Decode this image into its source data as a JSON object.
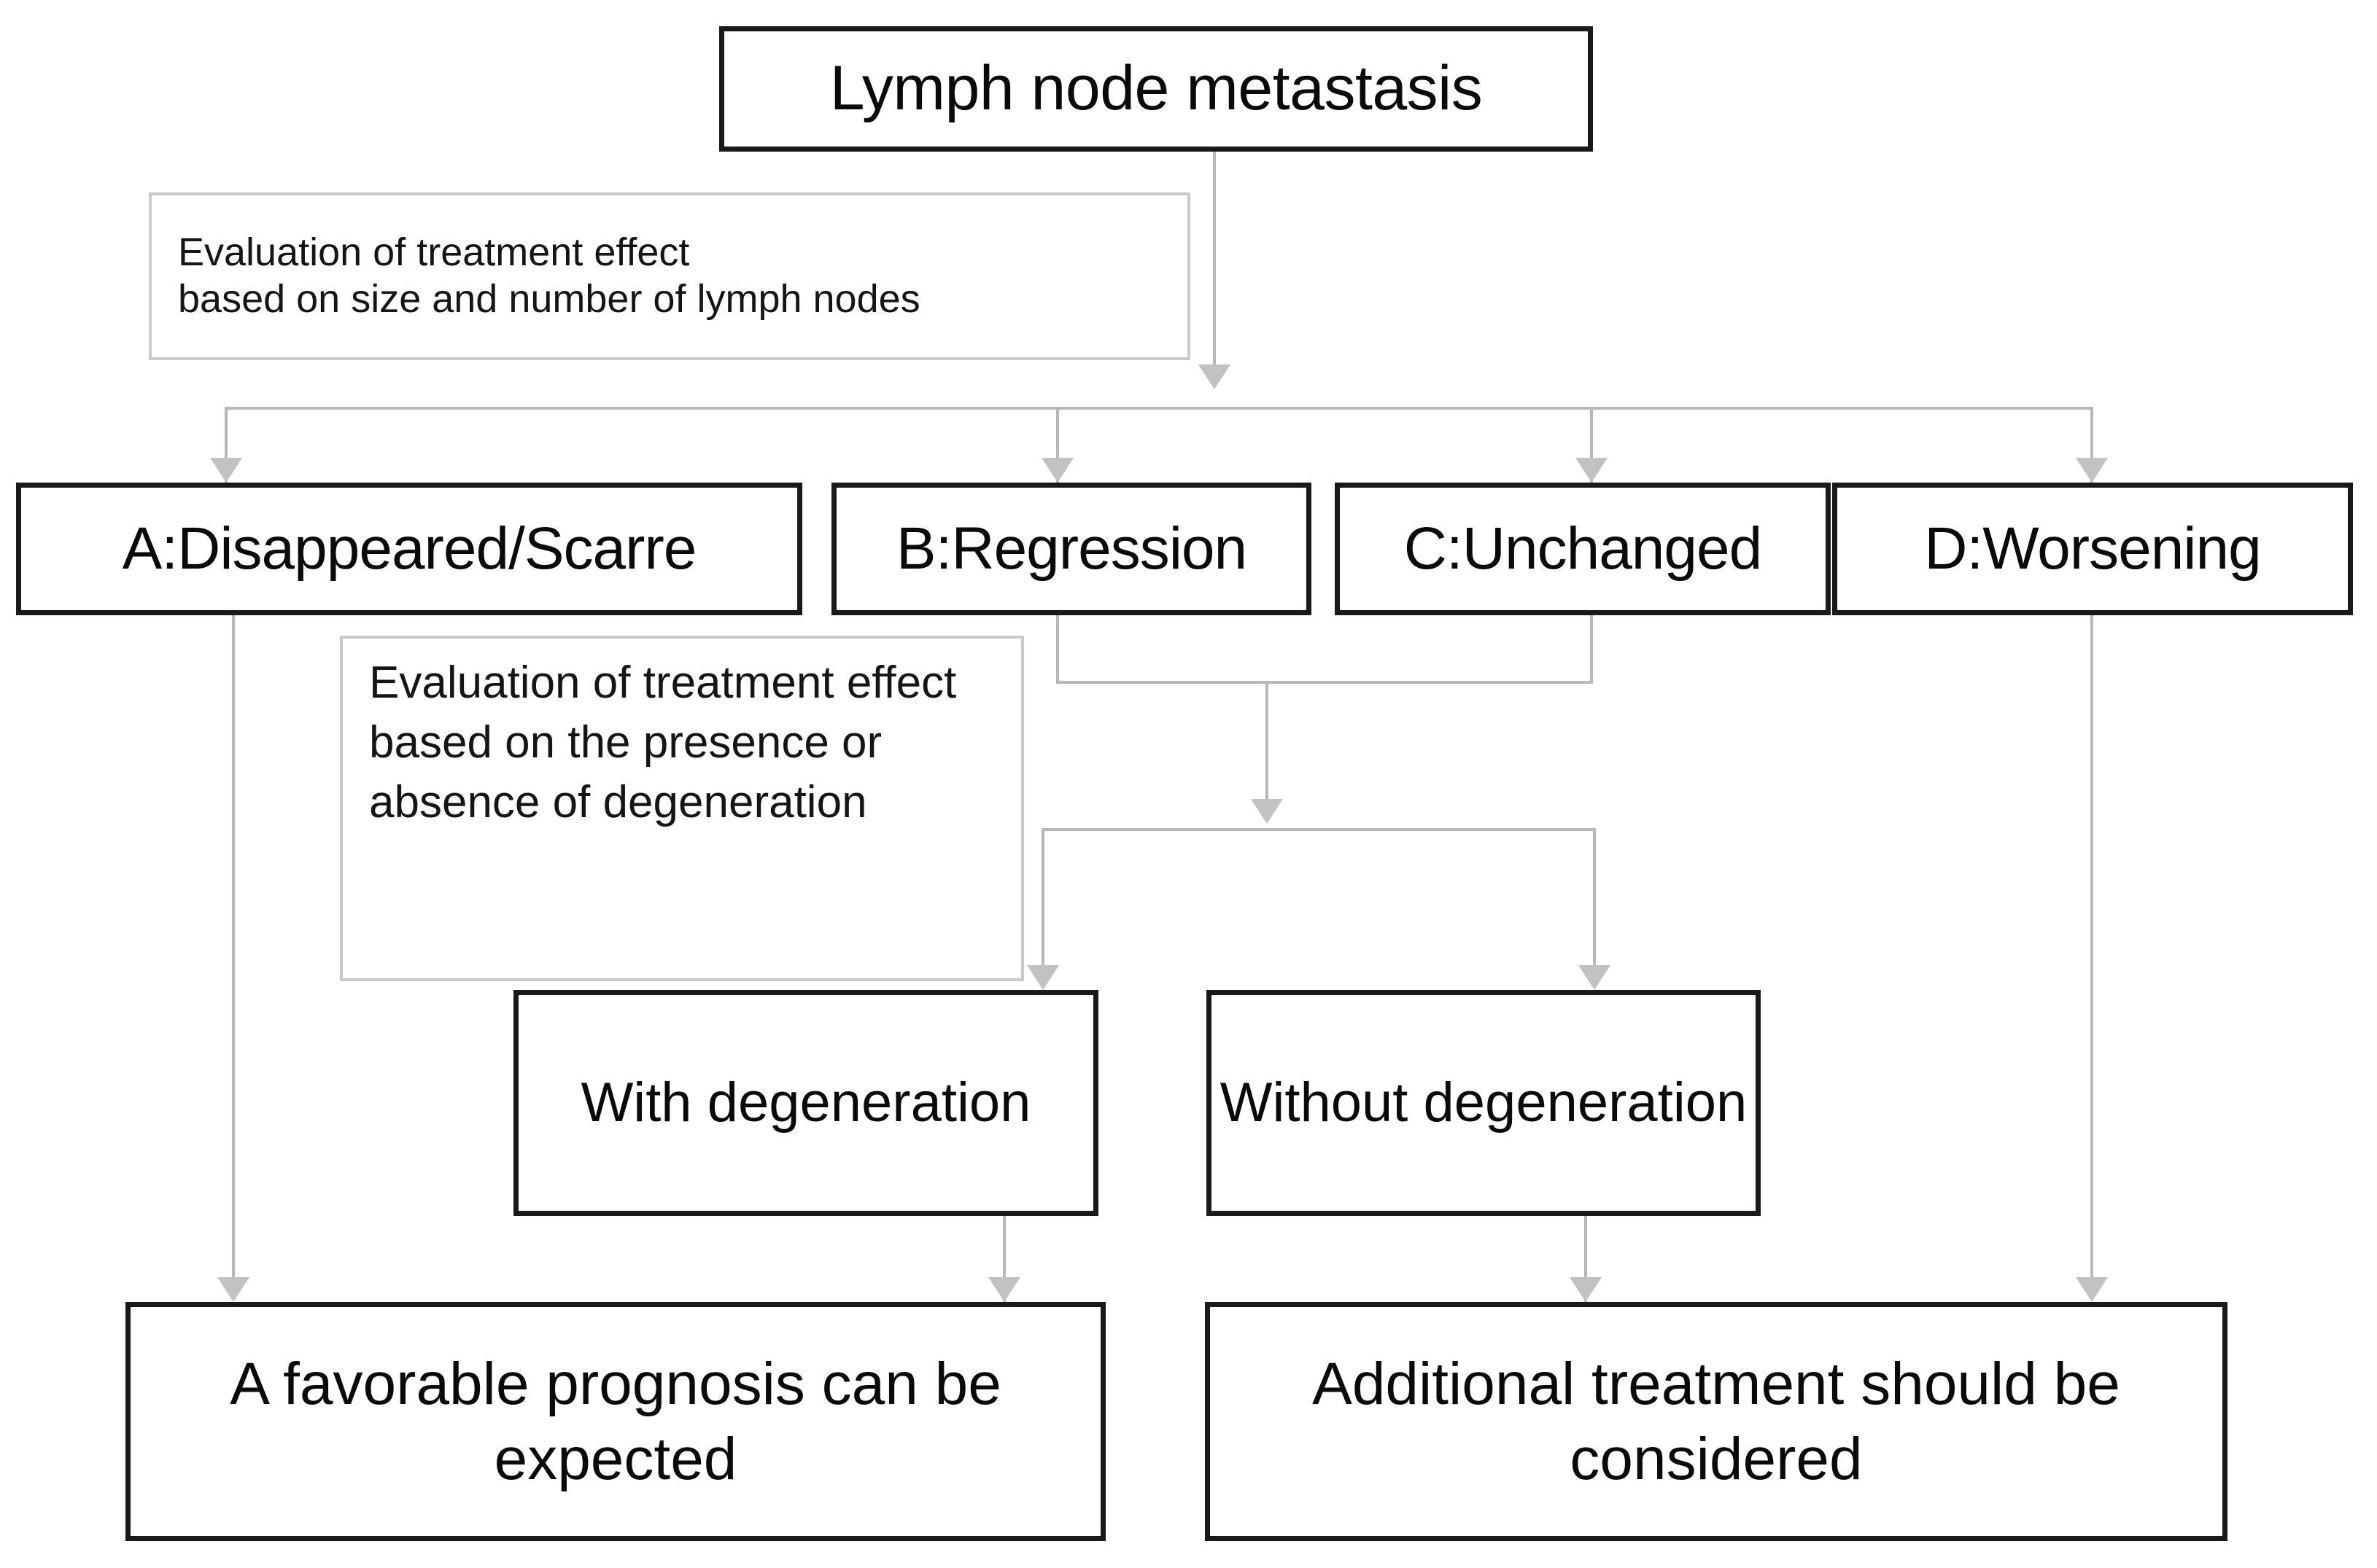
{
  "diagram": {
    "title_box": "Lymph node metastasis",
    "eval_note_1": "Evaluation of treatment effect\n based on size and number of lymph nodes",
    "eval_note_2": "Evaluation of treatment effect based on the presence or absence of degeneration",
    "categories": [
      {
        "id": "A",
        "label": "A:Disappeared/Scarre"
      },
      {
        "id": "B",
        "label": "B:Regression"
      },
      {
        "id": "C",
        "label": "C:Unchanged"
      },
      {
        "id": "D",
        "label": "D:Worsening"
      }
    ],
    "degeneration": [
      {
        "id": "with",
        "label": "With degeneration"
      },
      {
        "id": "without",
        "label": "Without degeneration"
      }
    ],
    "outcomes": [
      {
        "id": "favorable",
        "label": "A favorable prognosis can be expected"
      },
      {
        "id": "additional",
        "label": "Additional treatment should be considered"
      }
    ],
    "colors": {
      "box_border_heavy": "#1a1a1a",
      "box_border_light": "#c9c9c9",
      "connector": "#b8b8b8",
      "text": "#0a0a0a",
      "background": "#ffffff"
    }
  }
}
